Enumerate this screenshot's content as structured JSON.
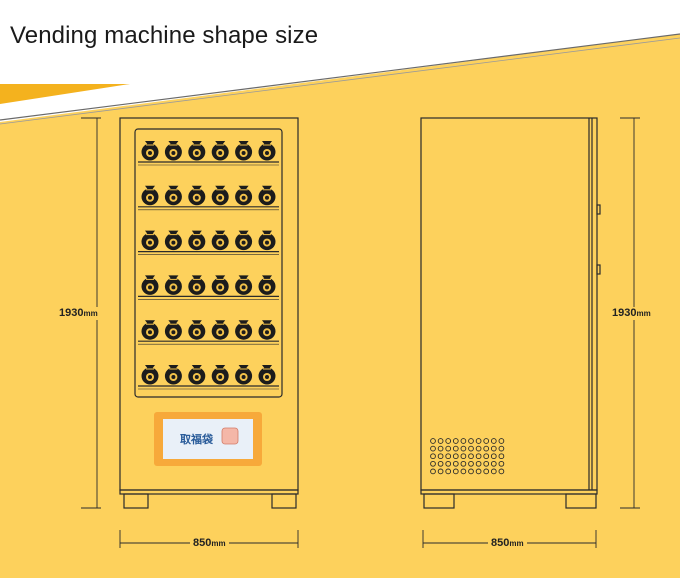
{
  "title": "Vending machine shape size",
  "front_view": {
    "height_label": {
      "value": "1930",
      "unit": "mm"
    },
    "width_label": {
      "value": "850",
      "unit": "mm"
    },
    "shelves": 6,
    "bags_per_shelf": 6,
    "screen_text": "取福袋"
  },
  "side_view": {
    "height_label": {
      "value": "1930",
      "unit": "mm"
    },
    "width_label": {
      "value": "850",
      "unit": "mm"
    },
    "vent_rows": 5,
    "vent_cols": 10
  },
  "colors": {
    "background": "#fdd15c",
    "header": "#ffffff",
    "stripe": "#f4b21e",
    "line": "#2b2b2b",
    "bag": "#1c1c1c",
    "bag_mark": "#f2c24a",
    "screen_frame": "#f7a93a",
    "screen": "#e9f0f8"
  }
}
